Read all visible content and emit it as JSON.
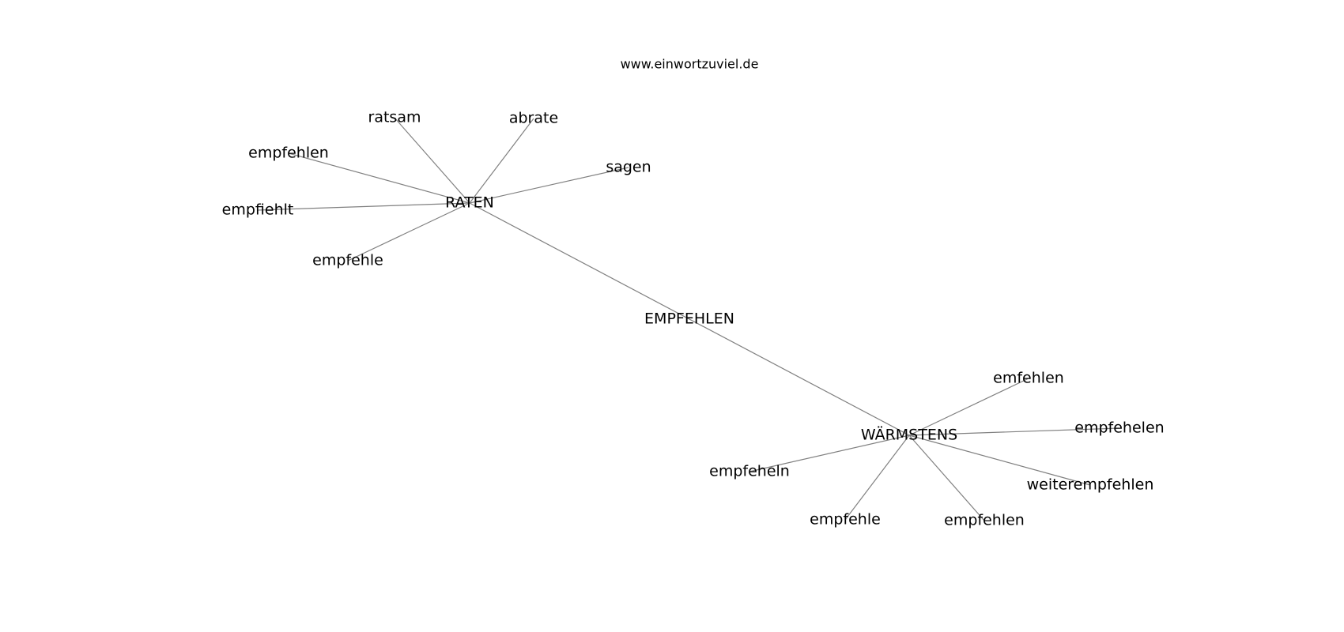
{
  "source_label": "www.einwortzuviel.de",
  "graph": {
    "nodes": [
      {
        "id": "empfehlen_center",
        "label": "EMPFEHLEN"
      },
      {
        "id": "raten",
        "label": "RATEN"
      },
      {
        "id": "waermstens",
        "label": "WÄRMSTENS"
      },
      {
        "id": "ratsam",
        "label": "ratsam"
      },
      {
        "id": "abrate",
        "label": "abrate"
      },
      {
        "id": "sagen",
        "label": "sagen"
      },
      {
        "id": "empfehlen_r",
        "label": "empfehlen"
      },
      {
        "id": "empfiehlt",
        "label": "empfiehlt"
      },
      {
        "id": "empfehle_r",
        "label": "empfehle"
      },
      {
        "id": "emfehlen",
        "label": "emfehlen"
      },
      {
        "id": "empfehelen",
        "label": "empfehelen"
      },
      {
        "id": "weiterempfehlen",
        "label": "weiterempfehlen"
      },
      {
        "id": "empfehlen_w",
        "label": "empfehlen"
      },
      {
        "id": "empfehle_w",
        "label": "empfehle"
      },
      {
        "id": "empfeheln",
        "label": "empfeheln"
      }
    ],
    "edges": [
      [
        "raten",
        "waermstens"
      ],
      [
        "raten",
        "ratsam"
      ],
      [
        "raten",
        "abrate"
      ],
      [
        "raten",
        "sagen"
      ],
      [
        "raten",
        "empfehlen_r"
      ],
      [
        "raten",
        "empfiehlt"
      ],
      [
        "raten",
        "empfehle_r"
      ],
      [
        "waermstens",
        "emfehlen"
      ],
      [
        "waermstens",
        "empfehelen"
      ],
      [
        "waermstens",
        "weiterempfehlen"
      ],
      [
        "waermstens",
        "empfehlen_w"
      ],
      [
        "waermstens",
        "empfehle_w"
      ],
      [
        "waermstens",
        "empfeheln"
      ]
    ]
  }
}
